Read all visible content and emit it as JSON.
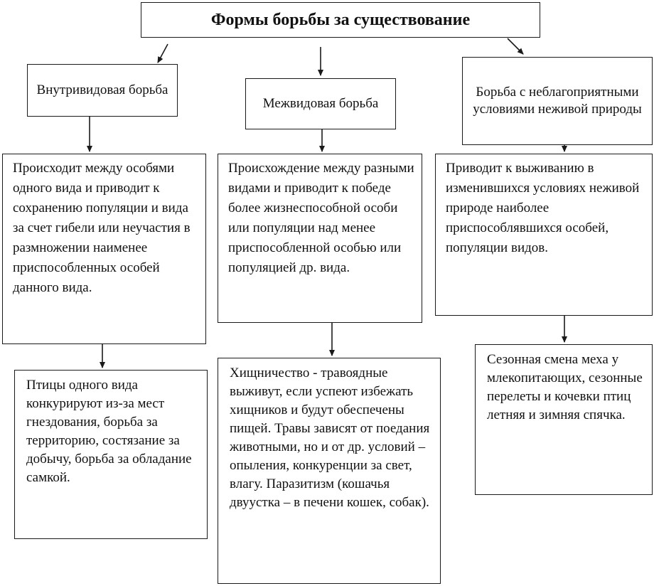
{
  "title": "Формы борьбы за существование",
  "forms": [
    {
      "name": "Внутривидовая борьба",
      "description": "Происходит между особями одного вида и приводит к сохранению популяции и вида за счет гибели или неучастия в размножении наименее приспособленных особей данного вида.",
      "examples": "Птицы одного вида конкурируют из-за мест гнездования, борьба за территорию, состязание за добычу, борьба за обладание самкой."
    },
    {
      "name": "Межвидовая борьба",
      "description": "Происхождение между разными видами и приводит к победе более жизнеспособной особи или популяции над менее приспособленной особью или популяцией др. вида.",
      "examples": "Хищничество - травоядные выживут, если успеют избежать хищников и будут обеспечены пищей. Травы зависят от поедания животными, но и от др. условий – опыления, конкуренции за свет, влагу. Паразитизм (кошачья двуустка – в печени кошек, собак)."
    },
    {
      "name": "Борьба с неблагоприятными условиями неживой природы",
      "description": "Приводит к выживанию в изменившихся условиях неживой природе наиболее приспособлявшихся особей, популяции видов.",
      "examples": "Сезонная смена меха у млекопитающих, сезонные перелеты и кочевки птиц летняя и зимняя спячка."
    }
  ]
}
